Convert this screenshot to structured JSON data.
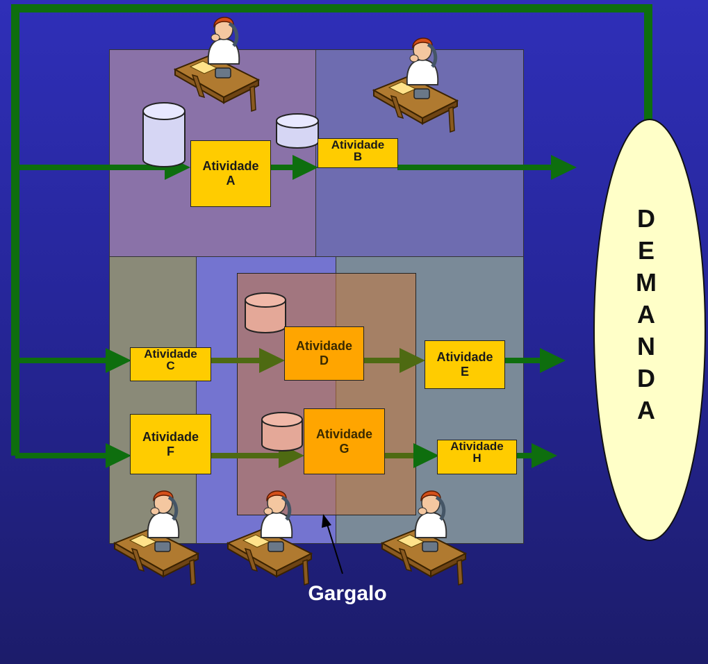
{
  "activities": [
    {
      "id": "A",
      "label": "Atividade",
      "letter": "A"
    },
    {
      "id": "B",
      "label": "Atividade",
      "letter": "B"
    },
    {
      "id": "C",
      "label": "Atividade",
      "letter": "C"
    },
    {
      "id": "D",
      "label": "Atividade",
      "letter": "D"
    },
    {
      "id": "E",
      "label": "Atividade",
      "letter": "E"
    },
    {
      "id": "F",
      "label": "Atividade",
      "letter": "F"
    },
    {
      "id": "G",
      "label": "Atividade",
      "letter": "G"
    },
    {
      "id": "H",
      "label": "Atividade",
      "letter": "H"
    }
  ],
  "demand": {
    "letters": [
      "D",
      "E",
      "M",
      "A",
      "N",
      "D",
      "A"
    ]
  },
  "bottleneck": {
    "label": "Gargalo"
  },
  "colors": {
    "arrow": "#0e6e0e",
    "arrow_dim": "#4e6a12",
    "activity": "#ffcc00",
    "bottleneck_activity": "#ffa500",
    "demand_fill": "#ffffc8"
  }
}
